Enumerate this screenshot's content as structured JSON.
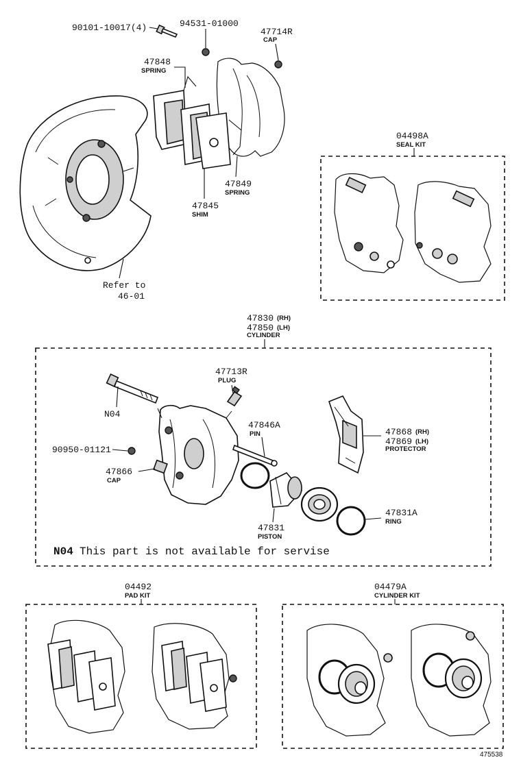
{
  "callouts": {
    "bolt": {
      "part_no": "90101-10017(4)"
    },
    "nut": {
      "part_no": "94531-01000"
    },
    "cap_top": {
      "part_no": "47714R",
      "name": "CAP"
    },
    "spring_top": {
      "part_no": "47848",
      "name": "SPRING"
    },
    "spring_mid": {
      "part_no": "47849",
      "name": "SPRING"
    },
    "shim": {
      "part_no": "47845",
      "name": "SHIM"
    },
    "refer": {
      "line1": "Refer to",
      "line2": "46-01"
    },
    "seal_kit": {
      "part_no": "04498A",
      "name": "SEAL KIT"
    },
    "cylinder": {
      "part_no_rh": "47830",
      "rh": "(RH)",
      "part_no_lh": "47850",
      "lh": "(LH)",
      "name": "CYLINDER"
    },
    "plug": {
      "part_no": "47713R",
      "name": "PLUG"
    },
    "n04": {
      "part_no": "N04"
    },
    "pin": {
      "part_no": "47846A",
      "name": "PIN"
    },
    "protector": {
      "part_no_rh": "47868",
      "rh": "(RH)",
      "part_no_lh": "47869",
      "lh": "(LH)",
      "name": "PROTECTOR"
    },
    "washer": {
      "part_no": "90950-01121"
    },
    "cap_cyl": {
      "part_no": "47866",
      "name": "CAP"
    },
    "ring": {
      "part_no": "47831A",
      "name": "RING"
    },
    "piston": {
      "part_no": "47831",
      "name": "PISTON"
    },
    "pad_kit": {
      "part_no": "04492",
      "name": "PAD KIT"
    },
    "cylinder_kit": {
      "part_no": "04479A",
      "name": "CYLINDER KIT"
    }
  },
  "note": {
    "code": "N04",
    "text": "This part is not available for servise"
  },
  "figure_id": "475538"
}
